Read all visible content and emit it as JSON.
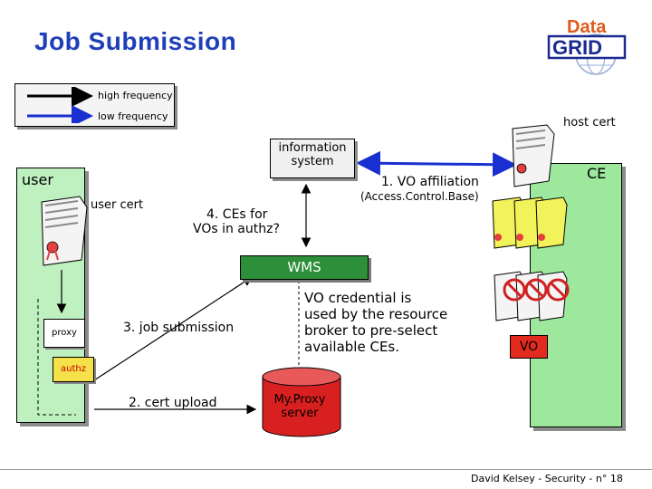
{
  "header": {
    "title": "Job Submission",
    "logo_text": "DataGRID"
  },
  "legend": {
    "high_frequency": "high frequency",
    "low_frequency": "low frequency",
    "high_color": "#000000",
    "low_color": "#1a2fcf"
  },
  "nodes": {
    "user": "user",
    "user_cert": "user cert",
    "proxy": "proxy",
    "authz": "authz",
    "information_system_line1": "information",
    "information_system_line2": "system",
    "wms": "WMS",
    "ce": "CE",
    "host_cert": "host cert",
    "vo": "VO",
    "myproxy_line1": "My.Proxy",
    "myproxy_line2": "server"
  },
  "steps": {
    "vo_affiliation": "1. VO affiliation",
    "access_control_base": "(Access.Control.Base)",
    "ces_line1": "4. CEs for",
    "ces_line2": "VOs in authz?",
    "job_submission": "3. job submission",
    "cert_upload": "2. cert upload"
  },
  "note": {
    "line1": "VO credential is",
    "line2": "used by the resource",
    "line3": "broker to pre-select",
    "line4": "available CEs."
  },
  "footer": {
    "text": "David Kelsey - Security - n° 18"
  },
  "colors": {
    "title": "#1f3fb8",
    "user_panel": "#bff0bf",
    "ce_panel": "#9ee89e",
    "wms": "#2d8f3a",
    "vo": "#e32a1f",
    "myproxy": "#d92020",
    "cert_yellow": "#f2f25a"
  }
}
